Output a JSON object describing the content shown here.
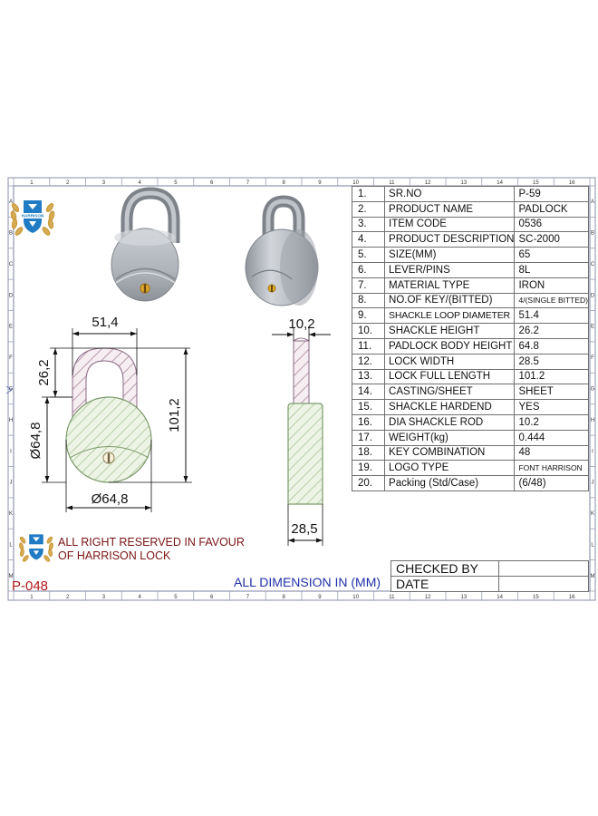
{
  "border": {
    "col_numbers": [
      "1",
      "2",
      "3",
      "4",
      "5",
      "6",
      "7",
      "8",
      "9",
      "10",
      "11",
      "12",
      "13",
      "14",
      "15",
      "16"
    ],
    "row_letters": [
      "A",
      "B",
      "C",
      "D",
      "E",
      "F",
      "G",
      "H",
      "I",
      "J",
      "K",
      "L",
      "M"
    ]
  },
  "logo": {
    "brand": "HARRISON",
    "colors": {
      "blue": "#1e7bc4",
      "gold": "#c99a3b"
    }
  },
  "dimensions": {
    "shackle_width": "51,4",
    "shackle_height": "26,2",
    "full_length": "101,2",
    "body_diameter_vertical": "Ø64,8",
    "body_diameter_horizontal": "Ø64,8",
    "rod_diameter": "10,2",
    "lock_width": "28,5"
  },
  "spec_table": {
    "rows": [
      {
        "no": "1.",
        "name": "SR.NO",
        "value": "P-59"
      },
      {
        "no": "2.",
        "name": "PRODUCT NAME",
        "value": "PADLOCK"
      },
      {
        "no": "3.",
        "name": "ITEM CODE",
        "value": "0536"
      },
      {
        "no": "4.",
        "name": "PRODUCT DESCRIPTION",
        "value": "SC-2000"
      },
      {
        "no": "5.",
        "name": "SIZE(MM)",
        "value": "65"
      },
      {
        "no": "6.",
        "name": "LEVER/PINS",
        "value": "8L"
      },
      {
        "no": "7.",
        "name": "MATERIAL TYPE",
        "value": "IRON"
      },
      {
        "no": "8.",
        "name": "NO.OF KEY/(BITTED)",
        "value": "4/(SINGLE BITTED)"
      },
      {
        "no": "9.",
        "name": "SHACKLE LOOP DIAMETER",
        "value": "51.4"
      },
      {
        "no": "10.",
        "name": "SHACKLE HEIGHT",
        "value": "26.2"
      },
      {
        "no": "11.",
        "name": "PADLOCK BODY HEIGHT",
        "value": "64.8"
      },
      {
        "no": "12.",
        "name": "LOCK WIDTH",
        "value": "28.5"
      },
      {
        "no": "13.",
        "name": "LOCK FULL LENGTH",
        "value": "101.2"
      },
      {
        "no": "14.",
        "name": "CASTING/SHEET",
        "value": "SHEET"
      },
      {
        "no": "15.",
        "name": "SHACKLE HARDEND",
        "value": "YES"
      },
      {
        "no": "16.",
        "name": "DIA SHACKLE ROD",
        "value": "10.2"
      },
      {
        "no": "17.",
        "name": "WEIGHT(kg)",
        "value": "0.444"
      },
      {
        "no": "18.",
        "name": "KEY COMBINATION",
        "value": "48"
      },
      {
        "no": "19.",
        "name": "LOGO TYPE",
        "value": "FONT HARRISON"
      },
      {
        "no": "20.",
        "name": "Packing (Std/Case)",
        "value": "(6/48)"
      }
    ]
  },
  "signoff": {
    "checked_by": "CHECKED BY",
    "date": "DATE"
  },
  "footer": {
    "rights_line1": "ALL RIGHT RESERVED IN FAVOUR",
    "rights_line2": "OF HARRISON LOCK",
    "model_code": "P-048",
    "units_note": "ALL DIMENSION IN (MM)"
  }
}
